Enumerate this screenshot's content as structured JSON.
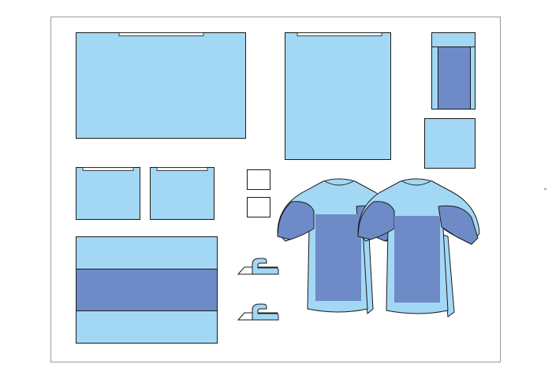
{
  "colors": {
    "light_blue": "#a3d8f4",
    "mid_blue": "#6e8bc8",
    "outline": "#1a1a1a",
    "frame": "#9a9a9a",
    "tape": "#f2f2f2"
  },
  "items": [
    {
      "name": "large-drape",
      "icon": "drape-with-tape"
    },
    {
      "name": "square-drape",
      "icon": "drape-with-tape"
    },
    {
      "name": "folded-pouch",
      "icon": "pouch"
    },
    {
      "name": "small-square-drape",
      "icon": "square-sheet"
    },
    {
      "name": "small-drape-left",
      "icon": "drape-with-tape"
    },
    {
      "name": "small-drape-right",
      "icon": "drape-with-tape"
    },
    {
      "name": "gauze-square-top",
      "icon": "empty-square"
    },
    {
      "name": "gauze-square-bottom",
      "icon": "empty-square"
    },
    {
      "name": "striped-table-cover",
      "icon": "striped-sheet"
    },
    {
      "name": "towel-clip-top",
      "icon": "clip"
    },
    {
      "name": "towel-clip-bottom",
      "icon": "clip"
    },
    {
      "name": "surgical-gown-left",
      "icon": "gown"
    },
    {
      "name": "surgical-gown-right",
      "icon": "gown"
    }
  ]
}
